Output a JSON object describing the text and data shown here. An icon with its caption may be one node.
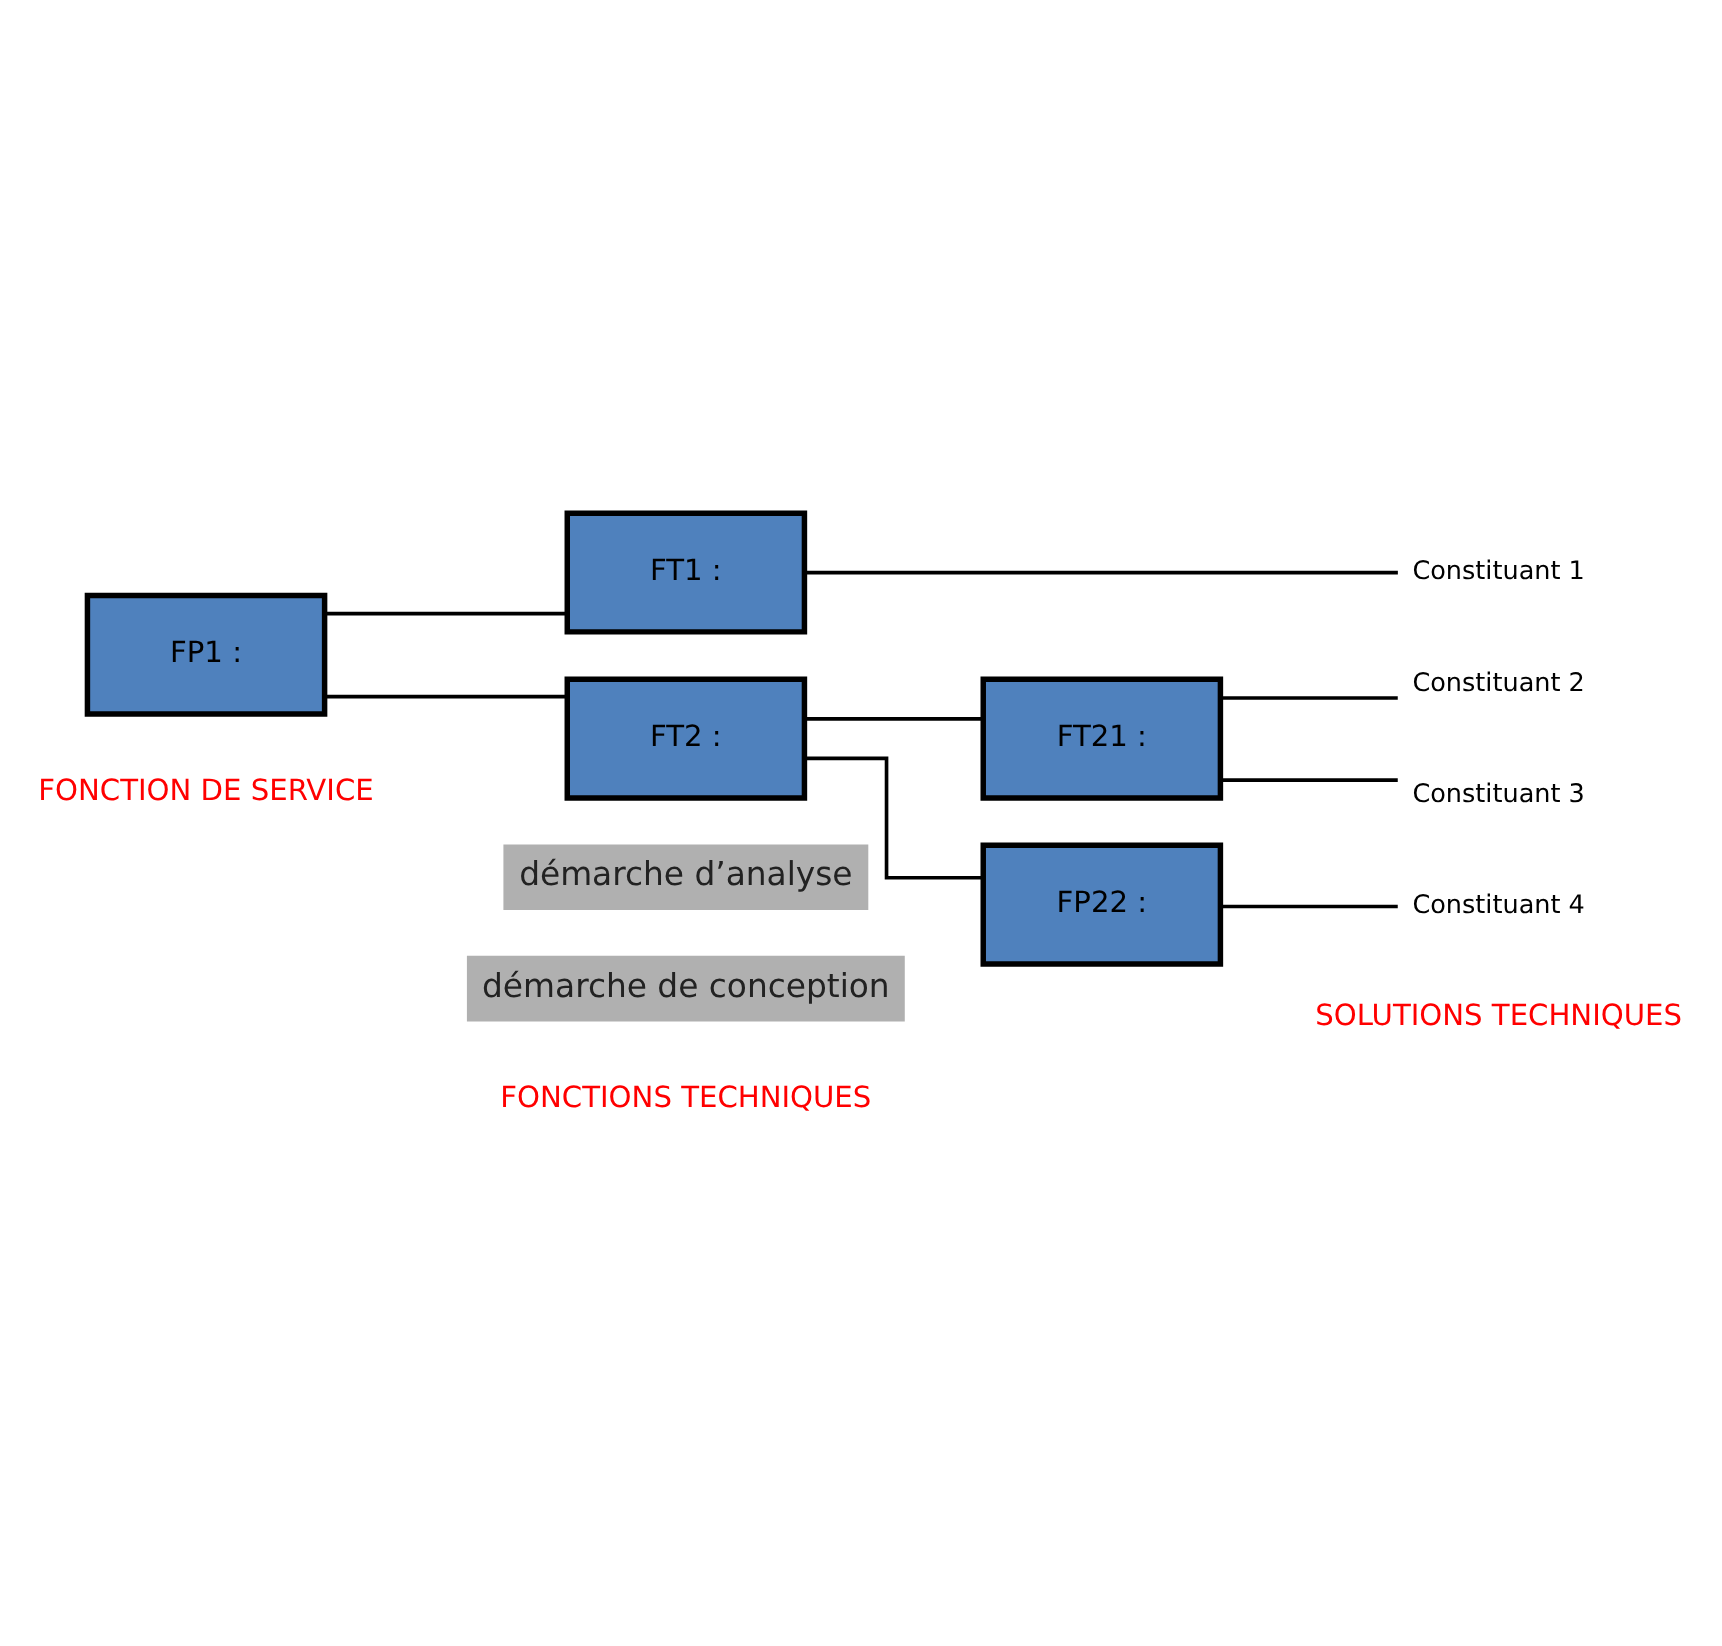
{
  "diagram": {
    "nodes": [
      {
        "text": [
          "FP1 :"
        ]
      },
      {
        "text": [
          "FT1 :"
        ]
      },
      {
        "text": [
          "Constituant 1"
        ]
      },
      {
        "text": [
          "FT21 :"
        ]
      },
      {
        "text": [
          "Constituant 2"
        ]
      },
      {
        "text": [
          "Constituant 3"
        ]
      },
      {
        "text": [
          "FT2 :"
        ]
      },
      {
        "text": [
          "FP22 :"
        ]
      },
      {
        "text": [
          "Constituant 4"
        ]
      }
    ],
    "edges": [
      {
        "from": 0,
        "to": 1,
        "arrow": "none"
      },
      {
        "from": 1,
        "to": 2,
        "arrow": "none"
      },
      {
        "from": 0,
        "to": 6,
        "arrow": "none"
      },
      {
        "from": 6,
        "to": 3,
        "arrow": "none"
      },
      {
        "from": 6,
        "to": 7,
        "arrow": "none"
      },
      {
        "from": 3,
        "to": 4,
        "arrow": "none"
      },
      {
        "from": 3,
        "to": 5,
        "arrow": "none"
      },
      {
        "from": 7,
        "to": 8,
        "arrow": "none"
      }
    ],
    "labels": [
      "FONCTION DE SERVICE",
      "FONCTIONS TECHNIQUES",
      "SOLUTIONS TECHNIQUES",
      "démarche de conception",
      "démarche d’analyse"
    ]
  }
}
